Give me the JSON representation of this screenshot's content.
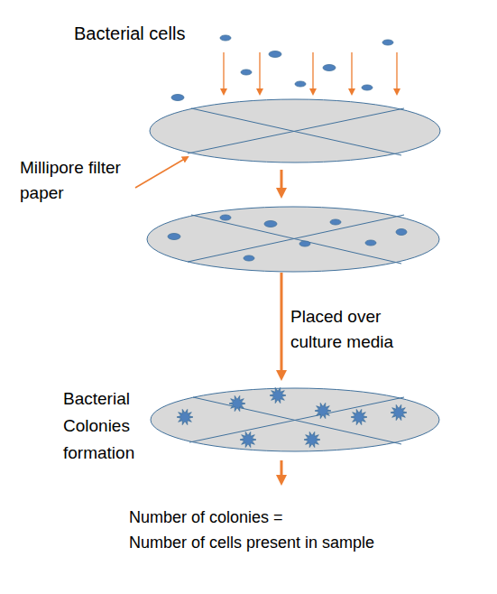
{
  "diagram": {
    "labels": [
      "Bacterial cells",
      "Millipore filter paper",
      "Placed over culture media",
      "Bacterial Colonies formation",
      "Number of colonies = Number of cells present in sample"
    ]
  }
}
